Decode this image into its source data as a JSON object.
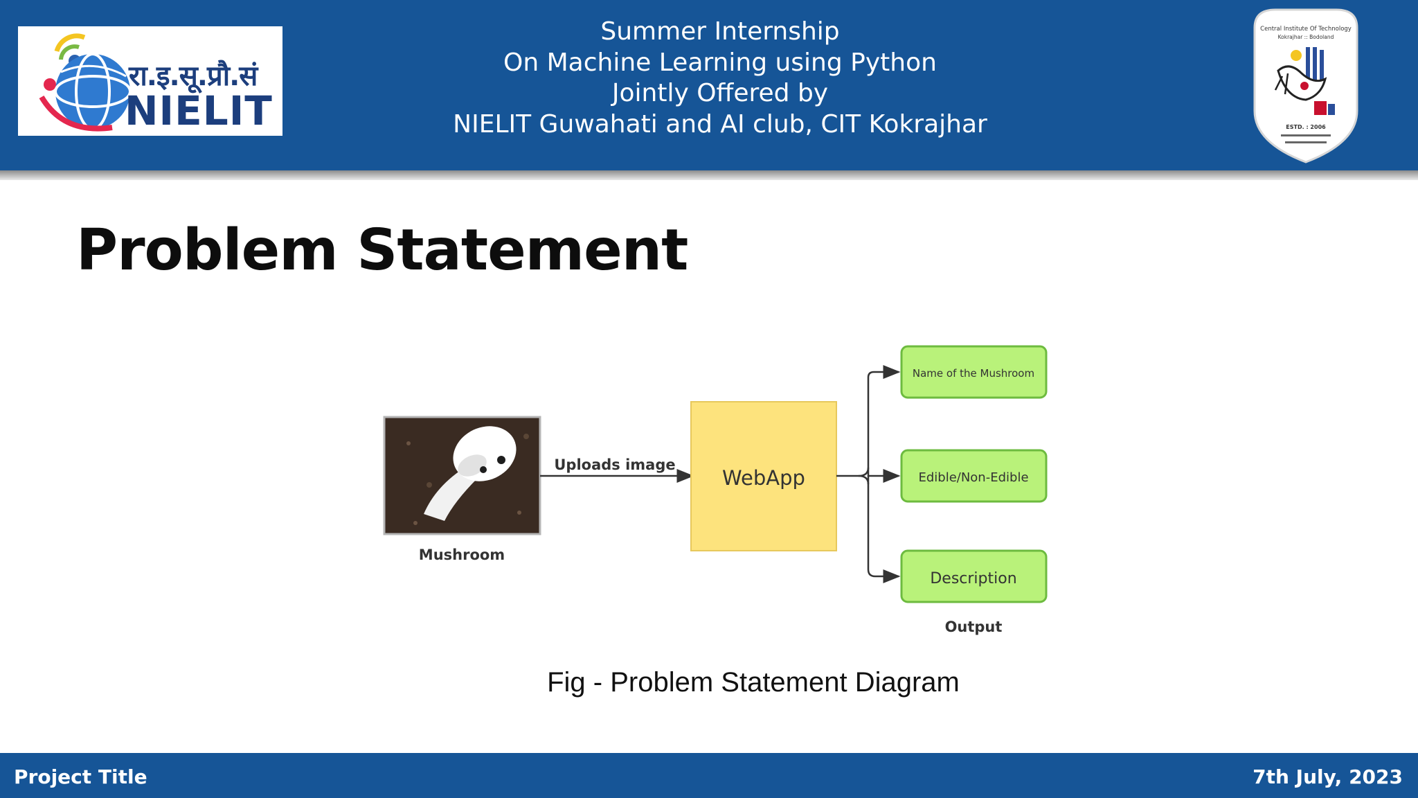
{
  "header": {
    "logo": {
      "hindi": "रा.इ.सू.प्रौ.सं",
      "name": "NIELIT"
    },
    "lines": [
      "Summer Internship",
      "On Machine Learning using Python",
      "Jointly Offered by",
      "NIELIT Guwahati and AI club, CIT Kokrajhar"
    ],
    "emblem": {
      "name": "Central Institute Of Technology",
      "location": "Kokrajhar :: Bodoland",
      "estd": "ESTD. : 2006"
    }
  },
  "title": "Problem Statement",
  "diagram": {
    "input_label": "Mushroom",
    "arrow_label": "Uploads image",
    "center_label": "WebApp",
    "outputs": [
      "Name of the Mushroom",
      "Edible/Non-Edible",
      "Description"
    ],
    "output_label": "Output",
    "colors": {
      "webapp_fill": "#fde37d",
      "output_fill": "#b9f27a",
      "output_border": "#6dbb3f"
    }
  },
  "caption": "Fig - Problem Statement Diagram",
  "footer": {
    "left": "Project Title",
    "right": "7th July, 2023"
  },
  "colors": {
    "header_bar": "#165597"
  }
}
